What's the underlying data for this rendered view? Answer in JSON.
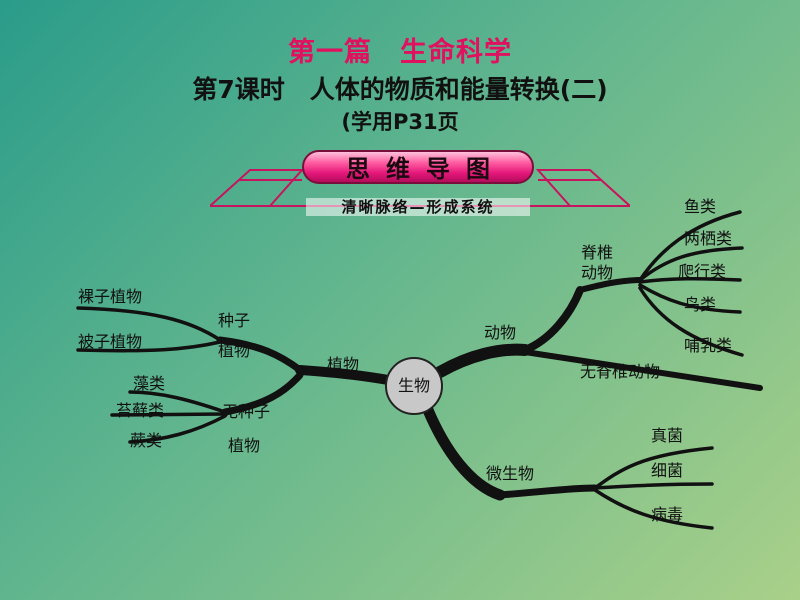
{
  "header": {
    "title_main": "第一篇　生命科学",
    "title_lesson": "第7课时　人体的物质和能量转换(二)",
    "title_page_ref": "(学用P31页"
  },
  "banner": {
    "title": "思维导图",
    "subtitle": "清晰脉络—形成系统"
  },
  "mindmap": {
    "center": "生物",
    "plants": {
      "label": "植物",
      "seed": {
        "label_line1": "种子",
        "label_line2": "植物",
        "children": [
          "裸子植物",
          "被子植物"
        ]
      },
      "seedless": {
        "label_line1": "无种子",
        "label_line2": "植物",
        "children": [
          "藻类",
          "苔藓类",
          "蕨类"
        ]
      }
    },
    "animals": {
      "label": "动物",
      "vertebrates": {
        "label_line1": "脊椎",
        "label_line2": "动物",
        "children": [
          "鱼类",
          "两栖类",
          "爬行类",
          "鸟类",
          "哺乳类"
        ]
      },
      "invertebrates": {
        "label": "无脊椎动物"
      }
    },
    "microbes": {
      "label": "微生物",
      "children": [
        "真菌",
        "细菌",
        "病毒"
      ]
    }
  }
}
